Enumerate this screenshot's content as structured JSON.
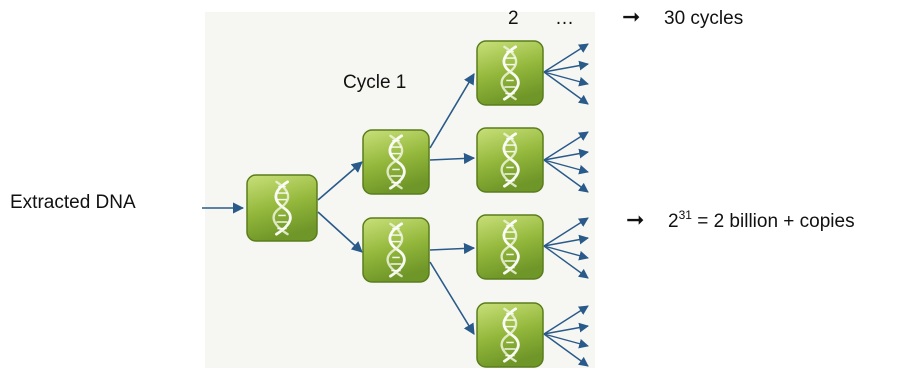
{
  "labels": {
    "source": "Extracted DNA",
    "cycle_first": "Cycle 1",
    "cycle_next": "2",
    "ellipsis": "…",
    "cycles_total": "30 cycles",
    "result_base": "2",
    "result_exponent": "31",
    "result_rest": " = 2 billion + copies"
  },
  "symbols": {
    "arrow": "➞"
  },
  "colors": {
    "box_light": "#b7d45a",
    "box_dark": "#6f9628",
    "box_border": "#5a7d1c",
    "arrow": "#2a5a8a"
  },
  "icons": {
    "node": "dna-helix-icon"
  }
}
